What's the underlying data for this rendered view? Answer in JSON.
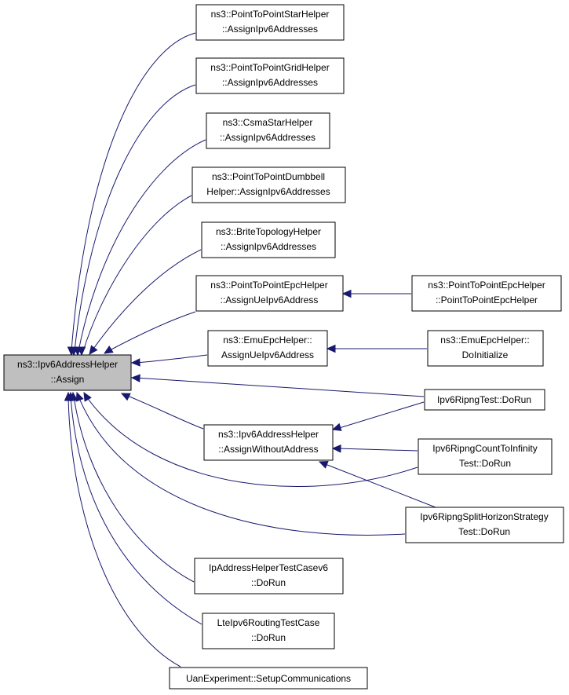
{
  "graph": {
    "root": {
      "line1": "ns3::Ipv6AddressHelper",
      "line2": "::Assign"
    },
    "nodes": {
      "star": {
        "line1": "ns3::PointToPointStarHelper",
        "line2": "::AssignIpv6Addresses"
      },
      "grid": {
        "line1": "ns3::PointToPointGridHelper",
        "line2": "::AssignIpv6Addresses"
      },
      "csma": {
        "line1": "ns3::CsmaStarHelper",
        "line2": "::AssignIpv6Addresses"
      },
      "dumbbell": {
        "line1": "ns3::PointToPointDumbbell",
        "line2": "Helper::AssignIpv6Addresses"
      },
      "brite": {
        "line1": "ns3::BriteTopologyHelper",
        "line2": "::AssignIpv6Addresses"
      },
      "epc": {
        "line1": "ns3::PointToPointEpcHelper",
        "line2": "::AssignUeIpv6Address"
      },
      "epc_ctor": {
        "line1": "ns3::PointToPointEpcHelper",
        "line2": "::PointToPointEpcHelper"
      },
      "emu": {
        "line1": "ns3::EmuEpcHelper::",
        "line2": "AssignUeIpv6Address"
      },
      "emu_init": {
        "line1": "ns3::EmuEpcHelper::",
        "line2": "DoInitialize"
      },
      "ripng": {
        "line1": "Ipv6RipngTest::DoRun"
      },
      "without": {
        "line1": "ns3::Ipv6AddressHelper",
        "line2": "::AssignWithoutAddress"
      },
      "count": {
        "line1": "Ipv6RipngCountToInfinity",
        "line2": "Test::DoRun"
      },
      "split": {
        "line1": "Ipv6RipngSplitHorizonStrategy",
        "line2": "Test::DoRun"
      },
      "iptest": {
        "line1": "IpAddressHelperTestCasev6",
        "line2": "::DoRun"
      },
      "lte": {
        "line1": "LteIpv6RoutingTestCase",
        "line2": "::DoRun"
      },
      "uan": {
        "line1": "UanExperiment::SetupCommunications"
      }
    },
    "edges": [
      [
        "star",
        "root"
      ],
      [
        "grid",
        "root"
      ],
      [
        "csma",
        "root"
      ],
      [
        "dumbbell",
        "root"
      ],
      [
        "brite",
        "root"
      ],
      [
        "epc",
        "root"
      ],
      [
        "emu",
        "root"
      ],
      [
        "ripng",
        "root"
      ],
      [
        "without",
        "root"
      ],
      [
        "count",
        "root"
      ],
      [
        "split",
        "root"
      ],
      [
        "iptest",
        "root"
      ],
      [
        "lte",
        "root"
      ],
      [
        "uan",
        "root"
      ],
      [
        "epc_ctor",
        "epc"
      ],
      [
        "emu_init",
        "emu"
      ],
      [
        "ripng",
        "without"
      ],
      [
        "count",
        "without"
      ],
      [
        "split",
        "without"
      ]
    ],
    "colors": {
      "edge": "#191970",
      "root_fill": "#bfbfbf",
      "node_fill": "#ffffff",
      "border": "#000000"
    }
  }
}
